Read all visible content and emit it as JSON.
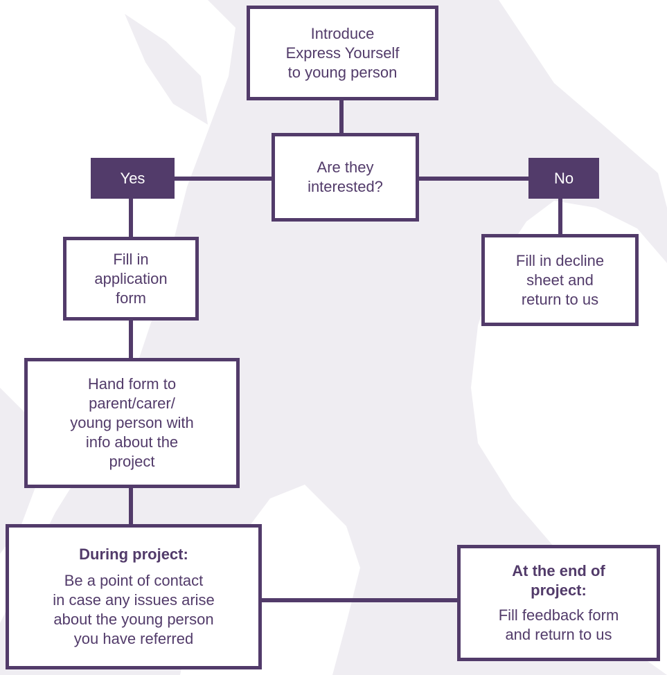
{
  "colors": {
    "accent": "#523b6a",
    "silhouette": "#efedf2",
    "background": "#ffffff"
  },
  "nodes": {
    "introduce": {
      "text": "Introduce\nExpress Yourself\nto young person"
    },
    "question": {
      "text": "Are they\ninterested?"
    },
    "yes": {
      "text": "Yes"
    },
    "no": {
      "text": "No"
    },
    "application": {
      "text": "Fill in\napplication\nform"
    },
    "decline": {
      "text": "Fill in decline\nsheet and\nreturn to us"
    },
    "hand_form": {
      "text": "Hand form to\nparent/carer/\nyoung person with\ninfo about the\nproject"
    },
    "during": {
      "heading": "During project:",
      "body": "Be a point of contact\nin case any issues arise\nabout the young person\nyou have referred"
    },
    "end": {
      "heading": "At the end of\nproject:",
      "body": "Fill feedback form\nand return to us"
    }
  }
}
